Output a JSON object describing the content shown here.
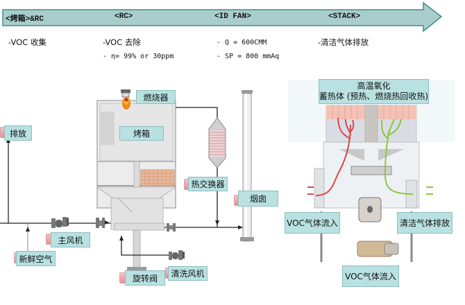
{
  "header": {
    "stages": [
      {
        "id": "oven",
        "label": "<烤箱>&RC"
      },
      {
        "id": "rc",
        "label": "<RC>"
      },
      {
        "id": "idfan",
        "label": "<ID FAN>"
      },
      {
        "id": "stack",
        "label": "<STACK>"
      }
    ],
    "colors": {
      "arrow_fill": "#a9cdcb",
      "arrow_stroke": "#3e8f8a"
    }
  },
  "notes": {
    "oven": [
      "-VOC 收集"
    ],
    "rc": [
      "-VOC 去除",
      "-  η= 99% or 30ppm"
    ],
    "idfan": [
      "-  Q = 600CMM",
      "-  SP = 800 mmAq"
    ],
    "stack": [
      "-清洁气体排放"
    ]
  },
  "left_diagram": {
    "labels": {
      "burner": "燃烧器",
      "oven": "烤箱",
      "exhaust": "排放",
      "heat_exchanger": "热交换器",
      "chimney": "烟囱",
      "main_fan": "主风机",
      "fresh_air": "新鲜空气",
      "rotary_valve": "旋转阀",
      "cleaning_fan": "清洗风机"
    }
  },
  "right_diagram": {
    "labels": {
      "title_line1": "高温氧化",
      "title_line2": "蓄热体 (预热、燃烧热回收热)",
      "voc_in_left": "VOC气体流入",
      "clean_out": "清洁气体排放",
      "voc_in_bottom": "VOC气体流入"
    },
    "colors": {
      "hot_flow": "#d9474a",
      "clean_flow": "#8cc63f"
    }
  }
}
